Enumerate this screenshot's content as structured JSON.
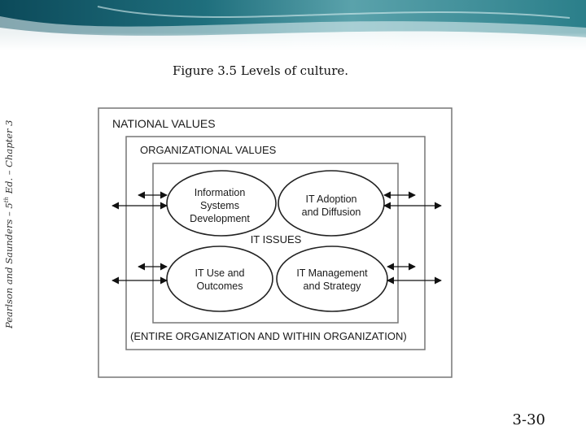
{
  "caption": "Figure 3.5 Levels of culture.",
  "side_text": {
    "before": "Pearlson and Saunders – 5",
    "superscript": "th",
    "after": " Ed. – Chapter 3"
  },
  "page_number": "3-30",
  "diagram": {
    "national_values": "NATIONAL VALUES",
    "organizational_values": "ORGANIZATIONAL VALUES",
    "it_issues": "IT ISSUES",
    "org_scope": "(ENTIRE ORGANIZATION AND WITHIN ORGANIZATION)",
    "isd_line1": "Information",
    "isd_line2": "Systems",
    "isd_line3": "Development",
    "adoption_line1": "IT Adoption",
    "adoption_line2": "and Diffusion",
    "use_line1": "IT Use and",
    "use_line2": "Outcomes",
    "mgmt_line1": "IT Management",
    "mgmt_line2": "and Strategy"
  }
}
